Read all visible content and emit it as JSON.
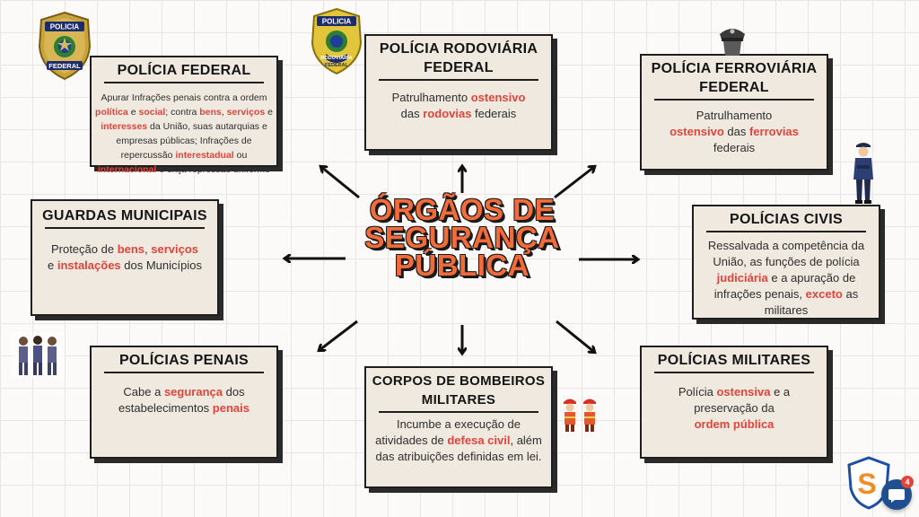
{
  "center": {
    "line1": "ÓRGÃOS DE",
    "line2": "SEGURANÇA",
    "line3": "PÚBLICA"
  },
  "cards": {
    "federal": {
      "title": "POLÍCIA FEDERAL",
      "p1": "Apurar Infrações penais contra a ordem ",
      "h1": "política",
      "p2": " e ",
      "h2": "social",
      "p3": "; contra ",
      "h3": "bens",
      "p4": ", ",
      "h4": "serviços",
      "p5": " e ",
      "h5": "interesses",
      "p6": " da União, suas autarquias e empresas públicas; Infrações de repercussão ",
      "h6": "interestadual",
      "p7": " ou ",
      "h7": "internacional",
      "p8": " e exija repressão uniforme"
    },
    "rodoviaria": {
      "title1": "POLÍCIA RODOVIÁRIA",
      "title2": "FEDERAL",
      "p1": "Patrulhamento ",
      "h1": "ostensivo",
      "p2": " das ",
      "h2": "rodovias",
      "p3": " federais"
    },
    "ferroviaria": {
      "title1": "POLÍCIA FERROVIÁRIA",
      "title2": "FEDERAL",
      "p1": "Patrulhamento ",
      "h1": "ostensivo",
      "p2": " das ",
      "h2": "ferrovias",
      "p3": " federais"
    },
    "guardas": {
      "title": "GUARDAS MUNICIPAIS",
      "p1": "Proteção de ",
      "h1": "bens",
      "p2": ", ",
      "h2": "serviços",
      "p3": " e ",
      "h3": "instalações",
      "p4": " dos Municípios"
    },
    "civis": {
      "title": "POLÍCIAS CIVIS",
      "p1": "Ressalvada a competência da União, as funções de polícia ",
      "h1": "judiciária",
      "p2": " e a apuração de infrações penais, ",
      "h2": "exceto",
      "p3": " as militares"
    },
    "penais": {
      "title": "POLÍCIAS PENAIS",
      "p1": "Cabe a ",
      "h1": "segurança",
      "p2": " dos estabelecimentos ",
      "h2": "penais"
    },
    "bombeiros": {
      "title1": "CORPOS DE BOMBEIROS",
      "title2": "MILITARES",
      "p1": "Incumbe a execução de atividades de ",
      "h1": "defesa civil",
      "p2": ", além das atribuições definidas em lei."
    },
    "militares": {
      "title": "POLÍCIAS MILITARES",
      "p1": "Polícia ",
      "h1": "ostensiva",
      "p2": " e a preservação da ",
      "h2": "ordem pública"
    }
  },
  "badges": {
    "federal_top": "POLICIA",
    "federal_bottom": "FEDERAL",
    "rodoviaria_top": "POLICIA",
    "rodoviaria_bottom": "RODOVIÁRIA",
    "rodoviaria_bottom2": "FEDERAL"
  },
  "chat": {
    "count": "4"
  },
  "colors": {
    "accent": "#e0443a",
    "title": "#f26b3a",
    "card": "#efe9e0"
  }
}
